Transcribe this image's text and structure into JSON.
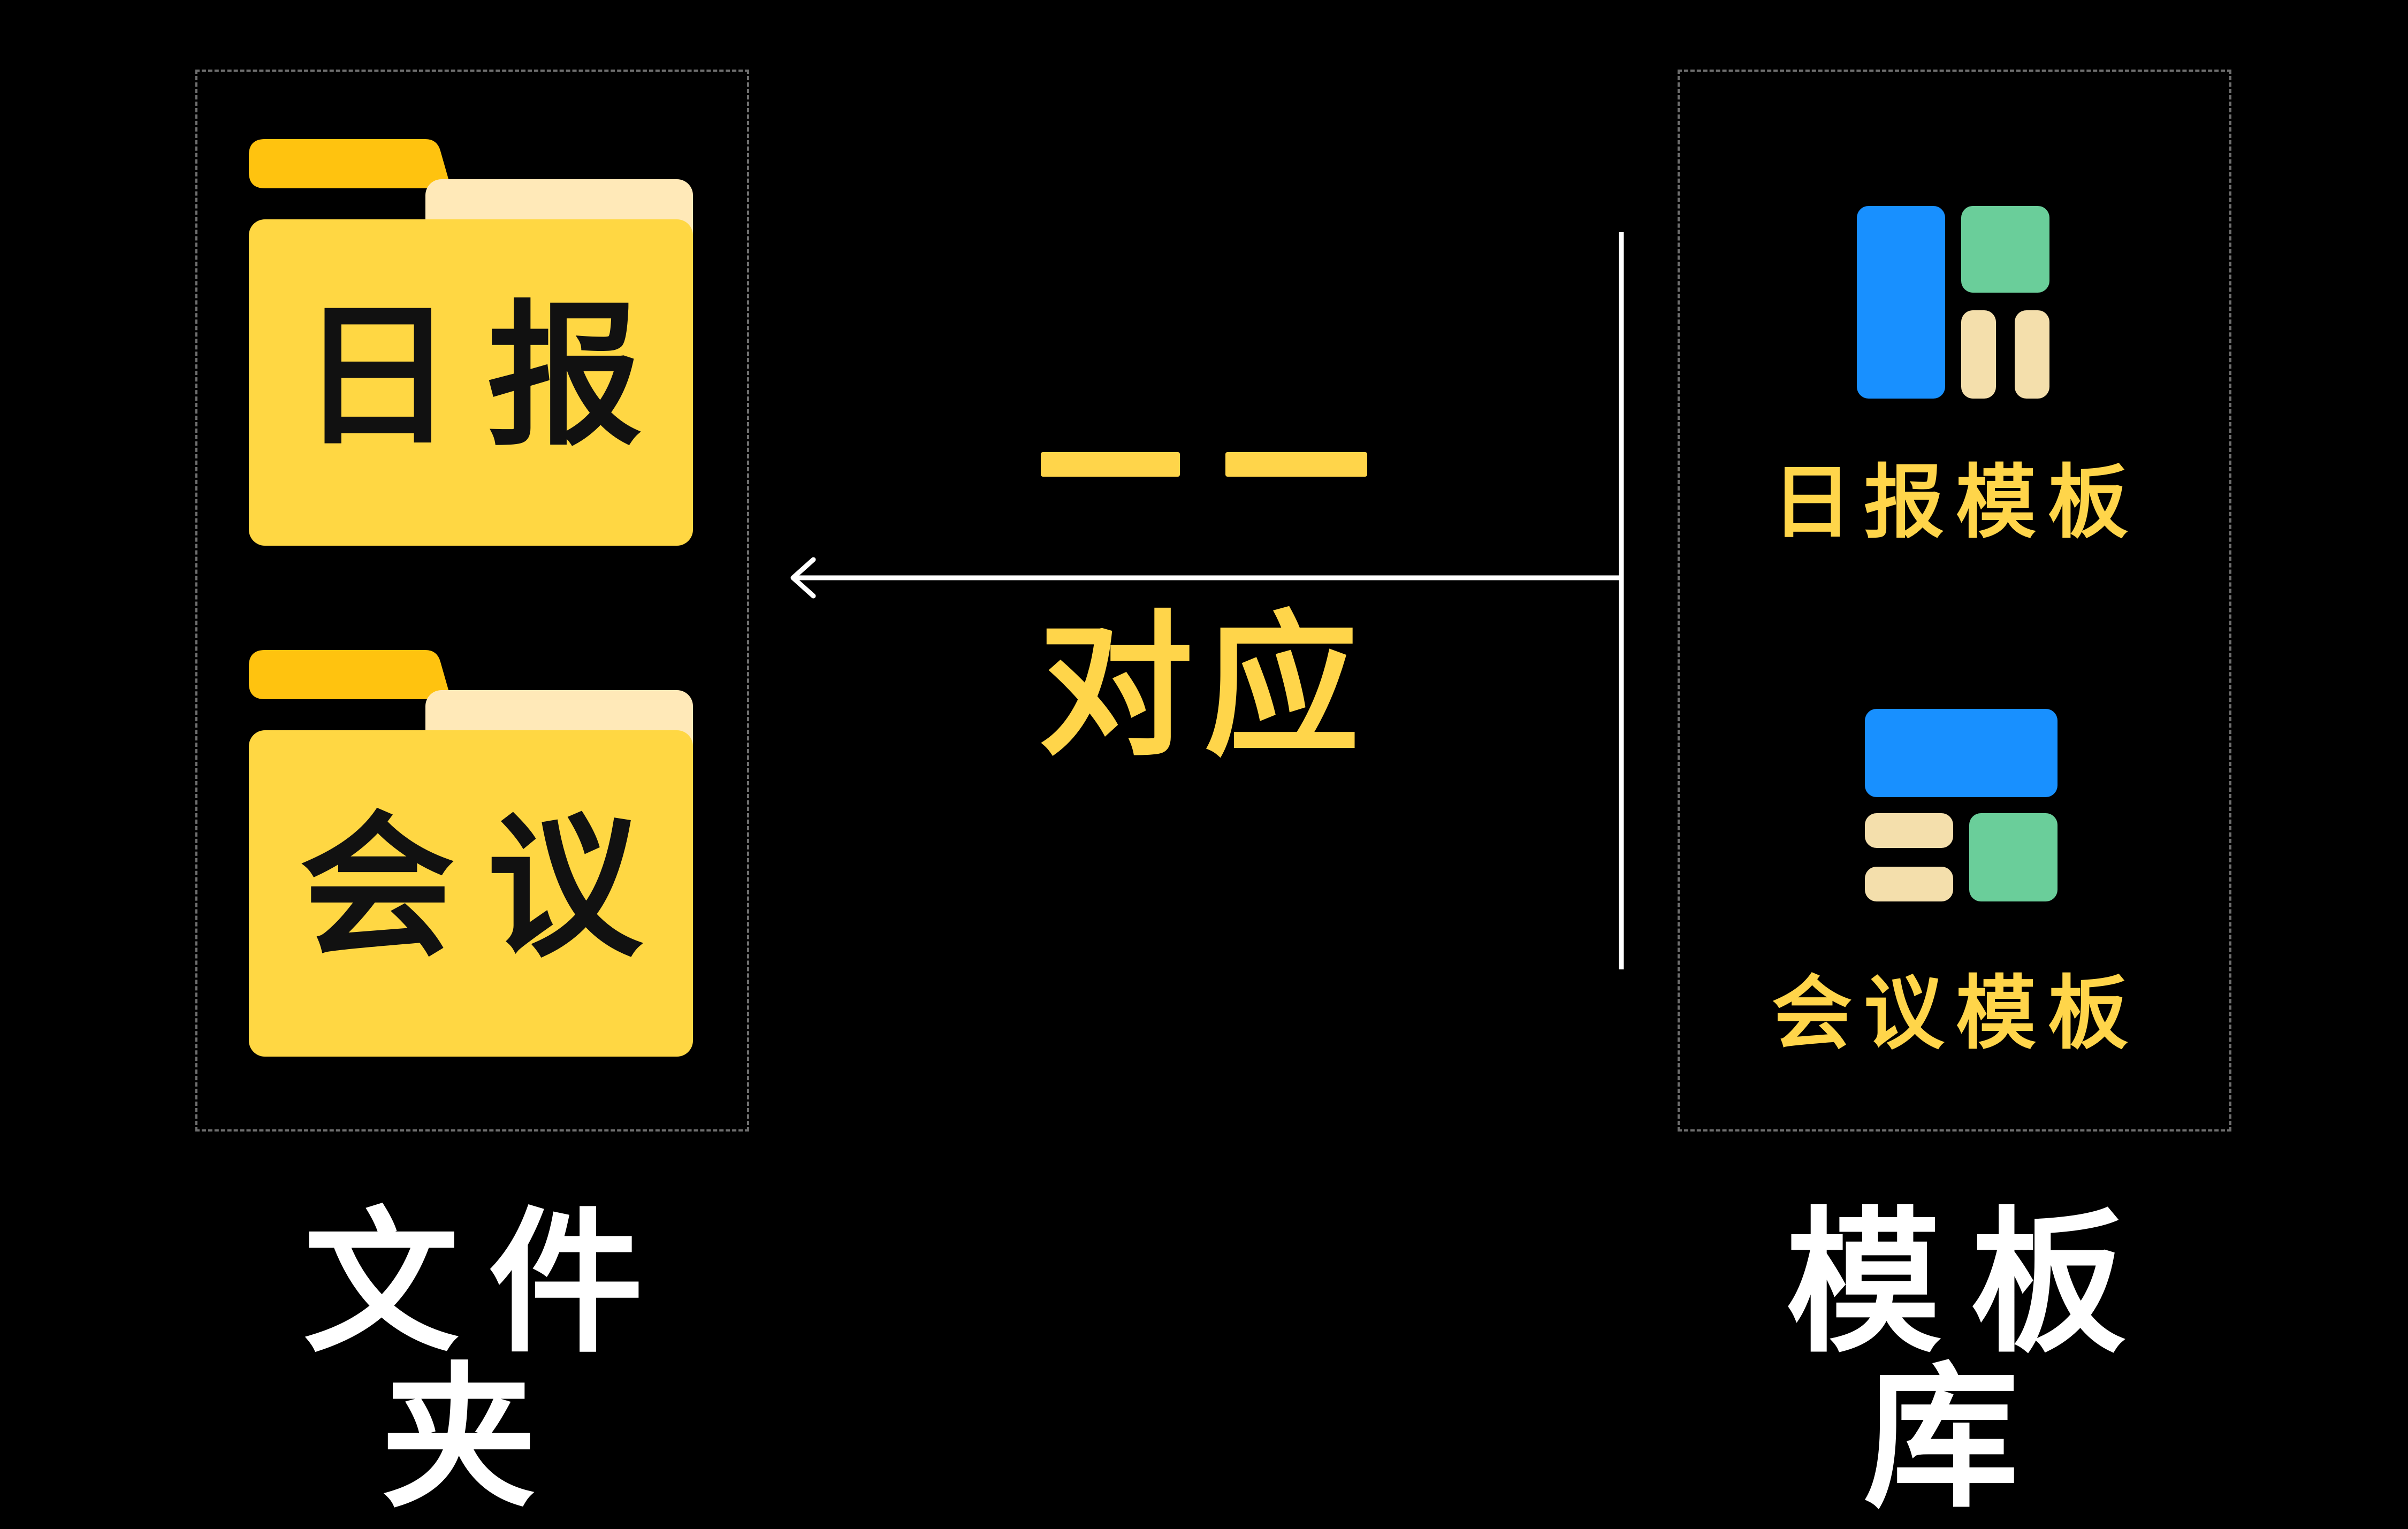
{
  "colors": {
    "background": "#000000",
    "accent_yellow": "#FFD54A",
    "folder_tab": "#FFC30F",
    "folder_back": "#FFE9B8",
    "folder_body": "#FFD743",
    "tile_blue": "#1890FF",
    "tile_green": "#6ACE9A",
    "tile_beige": "#F4DFAC",
    "text_white": "#FFFFFF",
    "line_white": "#FFFFFF"
  },
  "folders_group": {
    "title": "文件夹",
    "folders": [
      {
        "label": "日报",
        "icon": "folder-icon"
      },
      {
        "label": "会议",
        "icon": "folder-icon"
      }
    ]
  },
  "templates_group": {
    "title": "模板库",
    "templates": [
      {
        "label": "日报模板",
        "icon": "daily-report-template-icon"
      },
      {
        "label": "会议模板",
        "icon": "meeting-template-icon"
      }
    ]
  },
  "relation": {
    "label": "一一对应",
    "dash": "一一",
    "text": "对应",
    "direction": "templates-to-folders"
  }
}
